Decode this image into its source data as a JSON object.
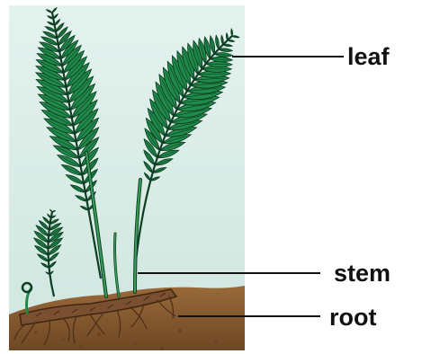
{
  "labels": {
    "leaf": "leaf",
    "stem": "stem",
    "root": "root"
  },
  "colors": {
    "sky": "#d9ede8",
    "frond": "#1f8a4a",
    "frond_dark": "#0d3d22",
    "soil": "#8a5a2e",
    "soil_dark": "#4e3018",
    "root": "#5a3a1e"
  },
  "icons": [
    "fern-plant-illustration"
  ]
}
